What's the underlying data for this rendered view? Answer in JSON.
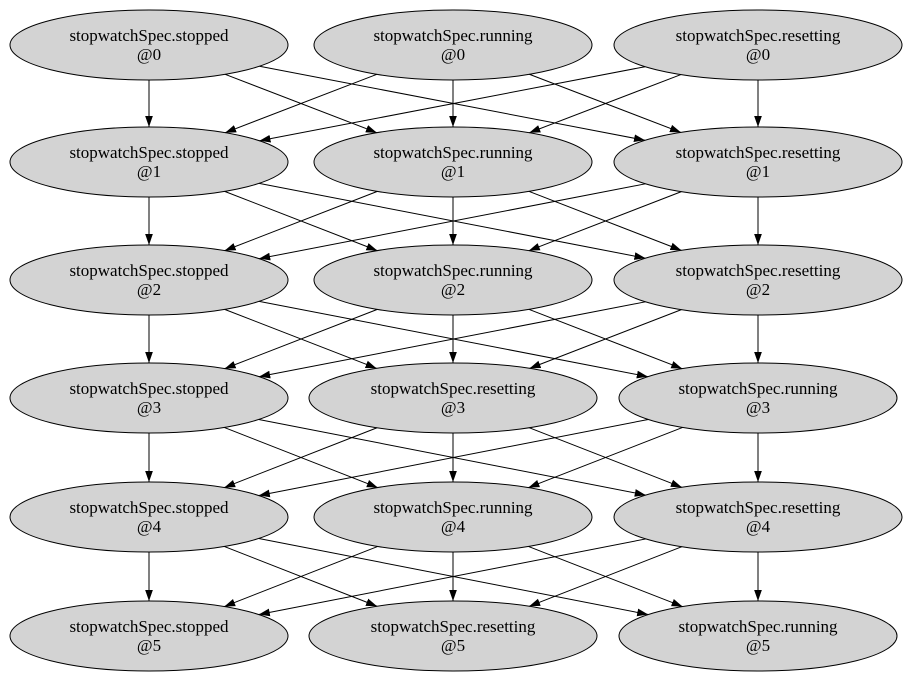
{
  "diagram": {
    "type": "directed-graph",
    "description": "Unrolled state-transition graph of stopwatchSpec over 6 time steps; every state at step n has an arrow to every state at step n+1",
    "background": "#ffffff",
    "node_fill": "#d3d3d3",
    "node_stroke": "#000000",
    "edge_color": "#000000",
    "text_color": "#000000",
    "levels": [
      {
        "step": 0,
        "nodes": [
          {
            "label": "stopwatchSpec.stopped",
            "step": "@0"
          },
          {
            "label": "stopwatchSpec.running",
            "step": "@0"
          },
          {
            "label": "stopwatchSpec.resetting",
            "step": "@0"
          }
        ]
      },
      {
        "step": 1,
        "nodes": [
          {
            "label": "stopwatchSpec.stopped",
            "step": "@1"
          },
          {
            "label": "stopwatchSpec.running",
            "step": "@1"
          },
          {
            "label": "stopwatchSpec.resetting",
            "step": "@1"
          }
        ]
      },
      {
        "step": 2,
        "nodes": [
          {
            "label": "stopwatchSpec.stopped",
            "step": "@2"
          },
          {
            "label": "stopwatchSpec.running",
            "step": "@2"
          },
          {
            "label": "stopwatchSpec.resetting",
            "step": "@2"
          }
        ]
      },
      {
        "step": 3,
        "nodes": [
          {
            "label": "stopwatchSpec.stopped",
            "step": "@3"
          },
          {
            "label": "stopwatchSpec.resetting",
            "step": "@3"
          },
          {
            "label": "stopwatchSpec.running",
            "step": "@3"
          }
        ]
      },
      {
        "step": 4,
        "nodes": [
          {
            "label": "stopwatchSpec.stopped",
            "step": "@4"
          },
          {
            "label": "stopwatchSpec.running",
            "step": "@4"
          },
          {
            "label": "stopwatchSpec.resetting",
            "step": "@4"
          }
        ]
      },
      {
        "step": 5,
        "nodes": [
          {
            "label": "stopwatchSpec.stopped",
            "step": "@5"
          },
          {
            "label": "stopwatchSpec.resetting",
            "step": "@5"
          },
          {
            "label": "stopwatchSpec.running",
            "step": "@5"
          }
        ]
      }
    ],
    "edge_rule": "complete-bipartite-between-consecutive-levels"
  }
}
